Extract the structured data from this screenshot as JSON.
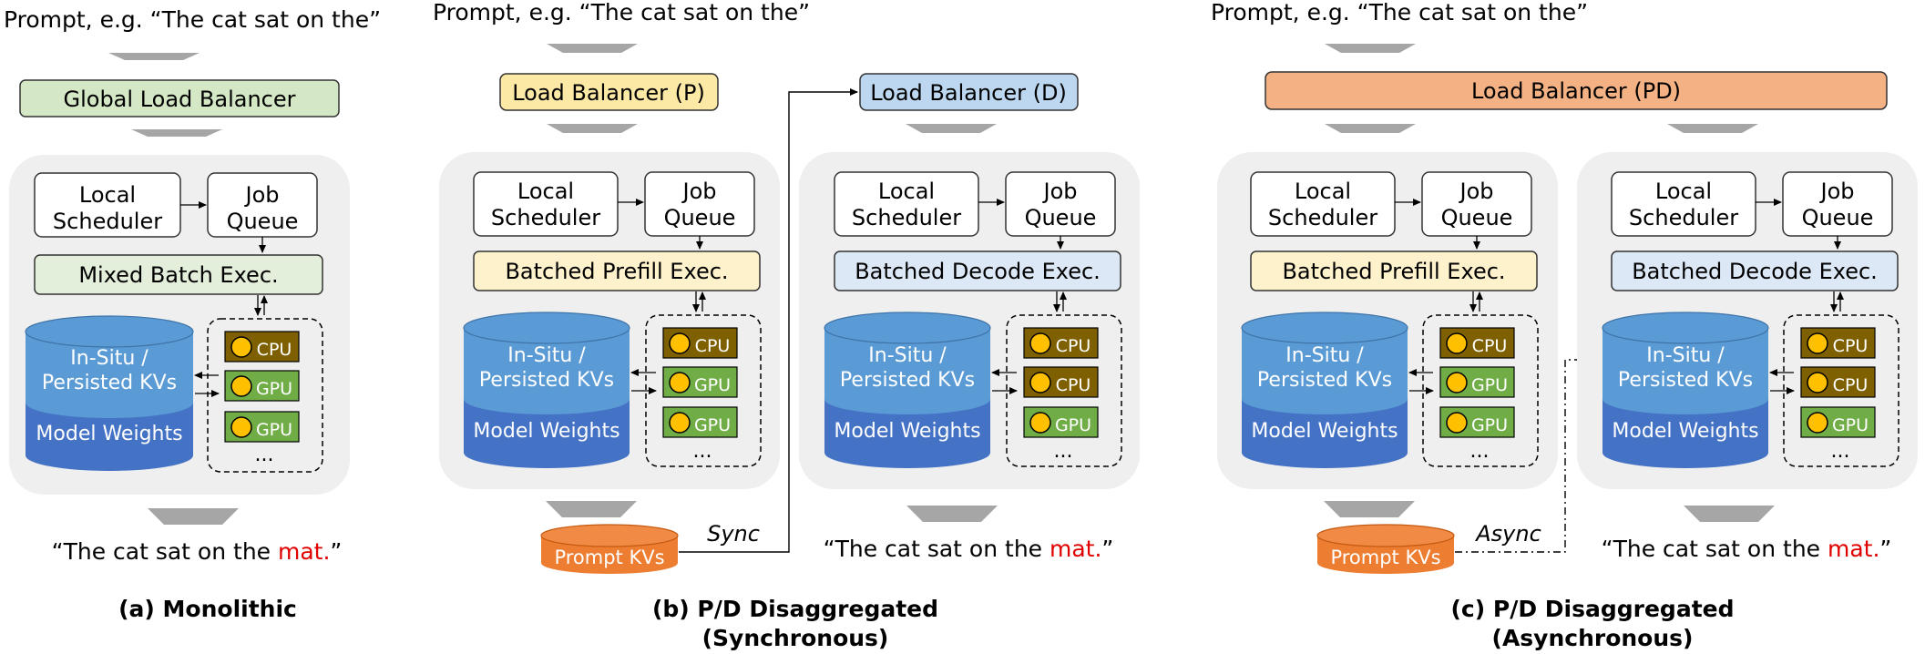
{
  "colors": {
    "gb_green": "#d5e8c6",
    "lb_yellow": "#fde9a6",
    "lb_blue": "#bcd7ef",
    "lb_orange": "#f4b183",
    "panel_gray": "#efefef",
    "mixed_exec": "#e3eedb",
    "prefill_exec": "#fef2cc",
    "decode_exec": "#dce8f5",
    "kv_blue": "#5b9bd5",
    "weights_blue": "#4472c4",
    "cpu_brown": "#7f6000",
    "gpu_green": "#70ad47",
    "chip_yellow": "#ffc000",
    "prompt_kv_orange": "#ed7d31",
    "arrow_gray": "#a6a6a6",
    "highlight_red": "#e00000"
  },
  "common": {
    "prompt": "Prompt, e.g.  “The cat sat on the”",
    "local_scheduler_l1": "Local",
    "local_scheduler_l2": "Scheduler",
    "job_queue_l1": "Job",
    "job_queue_l2": "Queue",
    "kv_l1": "In-Situ /",
    "kv_l2": "Persisted KVs",
    "weights": "Model Weights",
    "cpu": "CPU",
    "gpu": "GPU",
    "ellipsis": "...",
    "output_prefix": "“The cat sat on the ",
    "output_highlight": "mat.",
    "output_suffix": "”",
    "prompt_kvs": "Prompt KVs"
  },
  "panel_a": {
    "balancer": "Global Load Balancer",
    "exec": "Mixed Batch Exec.",
    "chips": [
      "CPU",
      "GPU",
      "GPU"
    ],
    "caption_l1": "(a) Monolithic"
  },
  "panel_b": {
    "balancer_p": "Load Balancer (P)",
    "balancer_d": "Load Balancer (D)",
    "exec_p": "Batched Prefill Exec.",
    "exec_d": "Batched Decode Exec.",
    "chips_p": [
      "CPU",
      "GPU",
      "GPU"
    ],
    "chips_d": [
      "CPU",
      "CPU",
      "GPU"
    ],
    "transfer": "Sync",
    "caption_l1": "(b) P/D Disaggregated",
    "caption_l2": "(Synchronous)"
  },
  "panel_c": {
    "balancer": "Load Balancer (PD)",
    "exec_p": "Batched Prefill Exec.",
    "exec_d": "Batched Decode Exec.",
    "chips_p": [
      "CPU",
      "GPU",
      "GPU"
    ],
    "chips_d": [
      "CPU",
      "CPU",
      "GPU"
    ],
    "transfer": "Async",
    "caption_l1": "(c) P/D Disaggregated",
    "caption_l2": "(Asynchronous)"
  }
}
